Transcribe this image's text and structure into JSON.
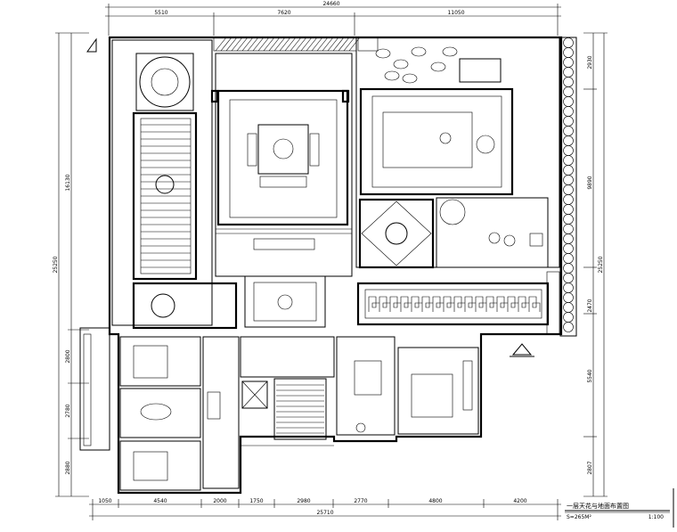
{
  "drawing": {
    "title": "一层天花与地面布置图",
    "area": "S=265M²",
    "scale": "1:100"
  },
  "dimensions": {
    "top_total": "24660",
    "top": [
      "5510",
      "7620",
      "11050"
    ],
    "bottom": [
      "1050",
      "4540",
      "2000",
      "1750",
      "2980",
      "2770",
      "4800",
      "4200"
    ],
    "bottom_total": "25710",
    "left_total": "25250",
    "left": [
      "16130",
      "2800",
      "2780",
      "2880"
    ],
    "right_total": "25250",
    "right": [
      "2930",
      "9890",
      "2470",
      "5540",
      "2807"
    ]
  }
}
